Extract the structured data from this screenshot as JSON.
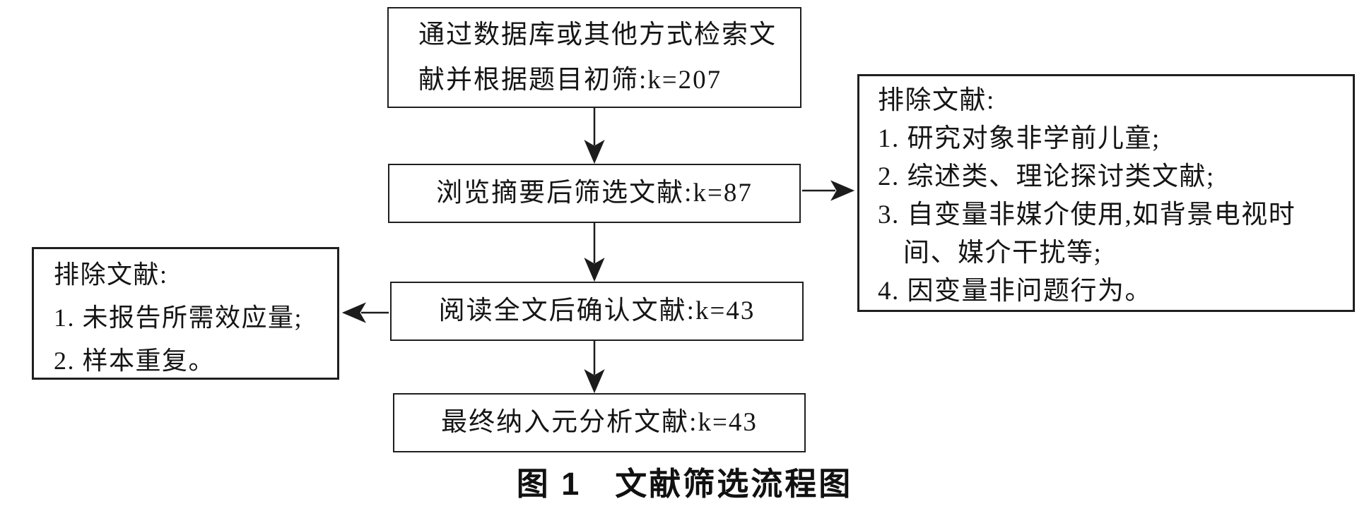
{
  "flow": {
    "box_search": {
      "label": "通过数据库或其他方式检索文\n献并根据题目初筛:k=207"
    },
    "box_abstract": {
      "label": "浏览摘要后筛选文献:k=87"
    },
    "box_fulltext": {
      "label": "阅读全文后确认文献:k=43"
    },
    "box_final": {
      "label": "最终纳入元分析文献:k=43"
    },
    "exclusion_right": {
      "title": "排除文献:",
      "item1": "1. 研究对象非学前儿童;",
      "item2": "2. 综述类、理论探讨类文献;",
      "item3": "3. 自变量非媒介使用,如背景电视时\n间、媒介干扰等;",
      "item4": "4. 因变量非问题行为。"
    },
    "exclusion_left": {
      "title": "排除文献:",
      "item1": "1. 未报告所需效应量;",
      "item2": "2. 样本重复。"
    }
  },
  "figure": {
    "caption": "图 1　文献筛选流程图"
  },
  "colors": {
    "line": "#1c1c1c",
    "border": "#1f1f1f",
    "text": "#151515",
    "background": "#ffffff"
  }
}
